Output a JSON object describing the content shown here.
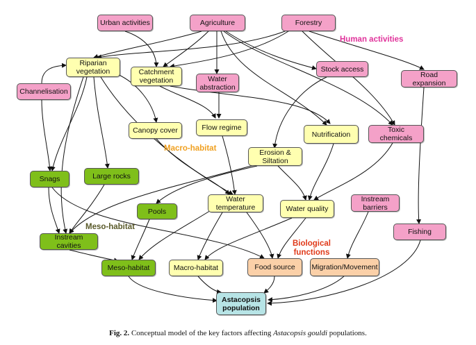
{
  "nodes": {
    "urban": "Urban activities",
    "agriculture": "Agriculture",
    "forestry": "Forestry",
    "riparian": "Riparian\nvegetation",
    "catchment": "Catchment\nvegetation",
    "water_abstraction": "Water\nabstraction",
    "stock_access": "Stock access",
    "road_expansion": "Road expansion",
    "channelisation": "Channelisation",
    "canopy_cover": "Canopy cover",
    "flow_regime": "Flow regime",
    "nutrification": "Nutrification",
    "toxic_chemicals": "Toxic chemicals",
    "erosion": "Erosion &\nSiltation",
    "snags": "Snags",
    "large_rocks": "Large rocks",
    "water_temperature": "Water\ntemperature",
    "water_quality": "Water quality",
    "instream_barriers": "Instream\nbarriers",
    "pools": "Pools",
    "fishing": "Fishing",
    "instream_cavities": "Instream cavities",
    "meso_habitat": "Meso-habitat",
    "macro_habitat": "Macro-habitat",
    "food_source": "Food source",
    "migration": "Migration/Movement",
    "astacopsis": "Astacopsis\npopulation"
  },
  "group_labels": {
    "human": "Human activities",
    "macro": "Macro-habitat",
    "meso": "Meso-habitat",
    "bio": "Biological\nfunctions"
  },
  "caption": {
    "fig": "Fig. 2.",
    "text_before": " Conceptual model of the key factors affecting ",
    "species": "Astacopsis gouldi",
    "text_after": " populations."
  },
  "colors": {
    "human": "#f4a1c8",
    "macro": "#ffffb0",
    "meso": "#7fbf1a",
    "bio": "#fbd0a8",
    "target": "#b7e4e6",
    "human_label": "#e0339b",
    "macro_label": "#f0a020",
    "meso_label": "#5a5a2a",
    "bio_label": "#e03a1a"
  }
}
